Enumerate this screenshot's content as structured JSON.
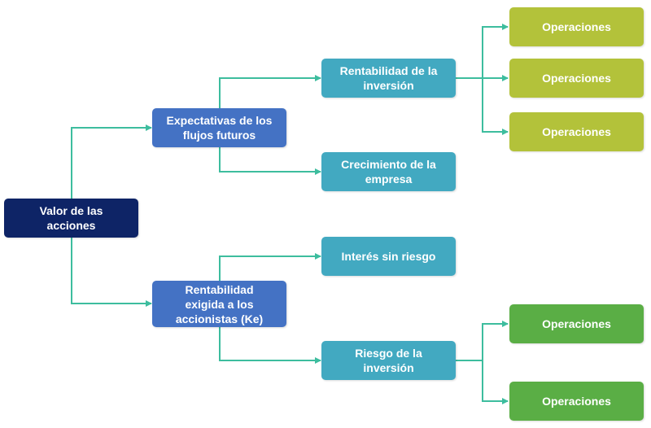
{
  "colors": {
    "root": "#0e2466",
    "level1": "#4472c4",
    "level2": "#42a9c1",
    "leaf_top": "#b3c23a",
    "leaf_bottom": "#5aae45",
    "connector": "#3dbd9e"
  },
  "nodes": {
    "root": {
      "label": "Valor de las acciones"
    },
    "expectativas": {
      "label": "Expectativas de los flujos futuros"
    },
    "rentabilidad_exigida": {
      "label": "Rentabilidad exigida a los accionistas (Ke)"
    },
    "rentabilidad_inversion": {
      "label": "Rentabilidad de la inversión"
    },
    "crecimiento": {
      "label": "Crecimiento de la empresa"
    },
    "interes": {
      "label": "Interés sin riesgo"
    },
    "riesgo": {
      "label": "Riesgo de la inversión"
    },
    "op1": {
      "label": "Operaciones"
    },
    "op2": {
      "label": "Operaciones"
    },
    "op3": {
      "label": "Operaciones"
    },
    "op4": {
      "label": "Operaciones"
    },
    "op5": {
      "label": "Operaciones"
    }
  }
}
